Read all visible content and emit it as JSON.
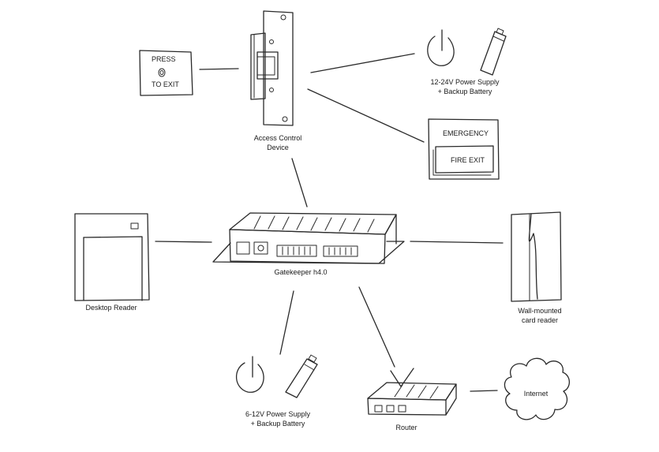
{
  "labels": {
    "access_control_line1": "Access Control",
    "access_control_line2": "Device",
    "psu_top_line1": "12-24V Power Supply",
    "psu_top_line2": "+ Backup Battery",
    "gatekeeper": "Gatekeeper h4.0",
    "desktop_reader": "Desktop Reader",
    "wall_reader_line1": "Wall-mounted",
    "wall_reader_line2": "card reader",
    "psu_bottom_line1": "6-12V Power Supply",
    "psu_bottom_line2": "+ Backup Battery",
    "router": "Router",
    "internet": "Internet"
  },
  "exit_button": {
    "line1": "PRESS",
    "line2": "TO EXIT"
  },
  "fire_exit_sign": {
    "header": "EMERGENCY",
    "button": "FIRE EXIT"
  }
}
